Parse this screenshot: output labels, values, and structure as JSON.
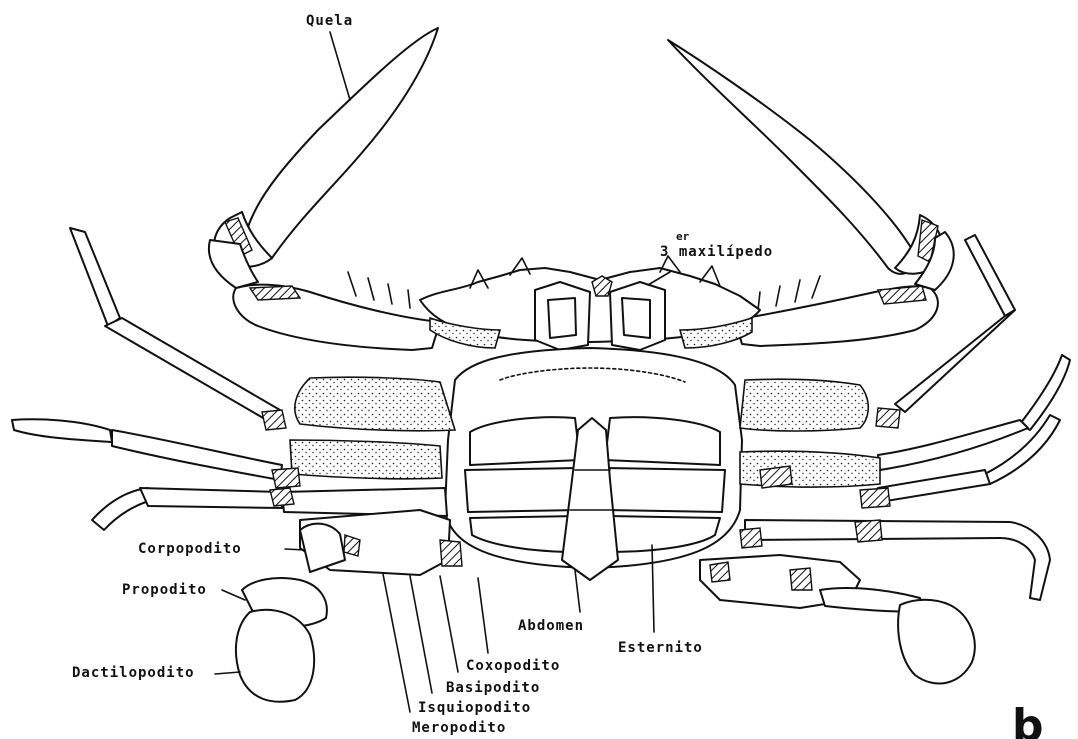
{
  "labels": {
    "quela": "Quela",
    "maxilipedo_sup": "er",
    "maxilipedo": "3 maxilípedo",
    "corpopodito": "Corpopodito",
    "propodito": "Propodito",
    "dactilopodito": "Dactilopodito",
    "abdomen": "Abdomen",
    "esternito": "Esternito",
    "coxopodito": "Coxopodito",
    "basipodito": "Basipodito",
    "isquiopodito": "Isquiopodito",
    "meropodito": "Meropodito",
    "figure_letter": "b"
  }
}
